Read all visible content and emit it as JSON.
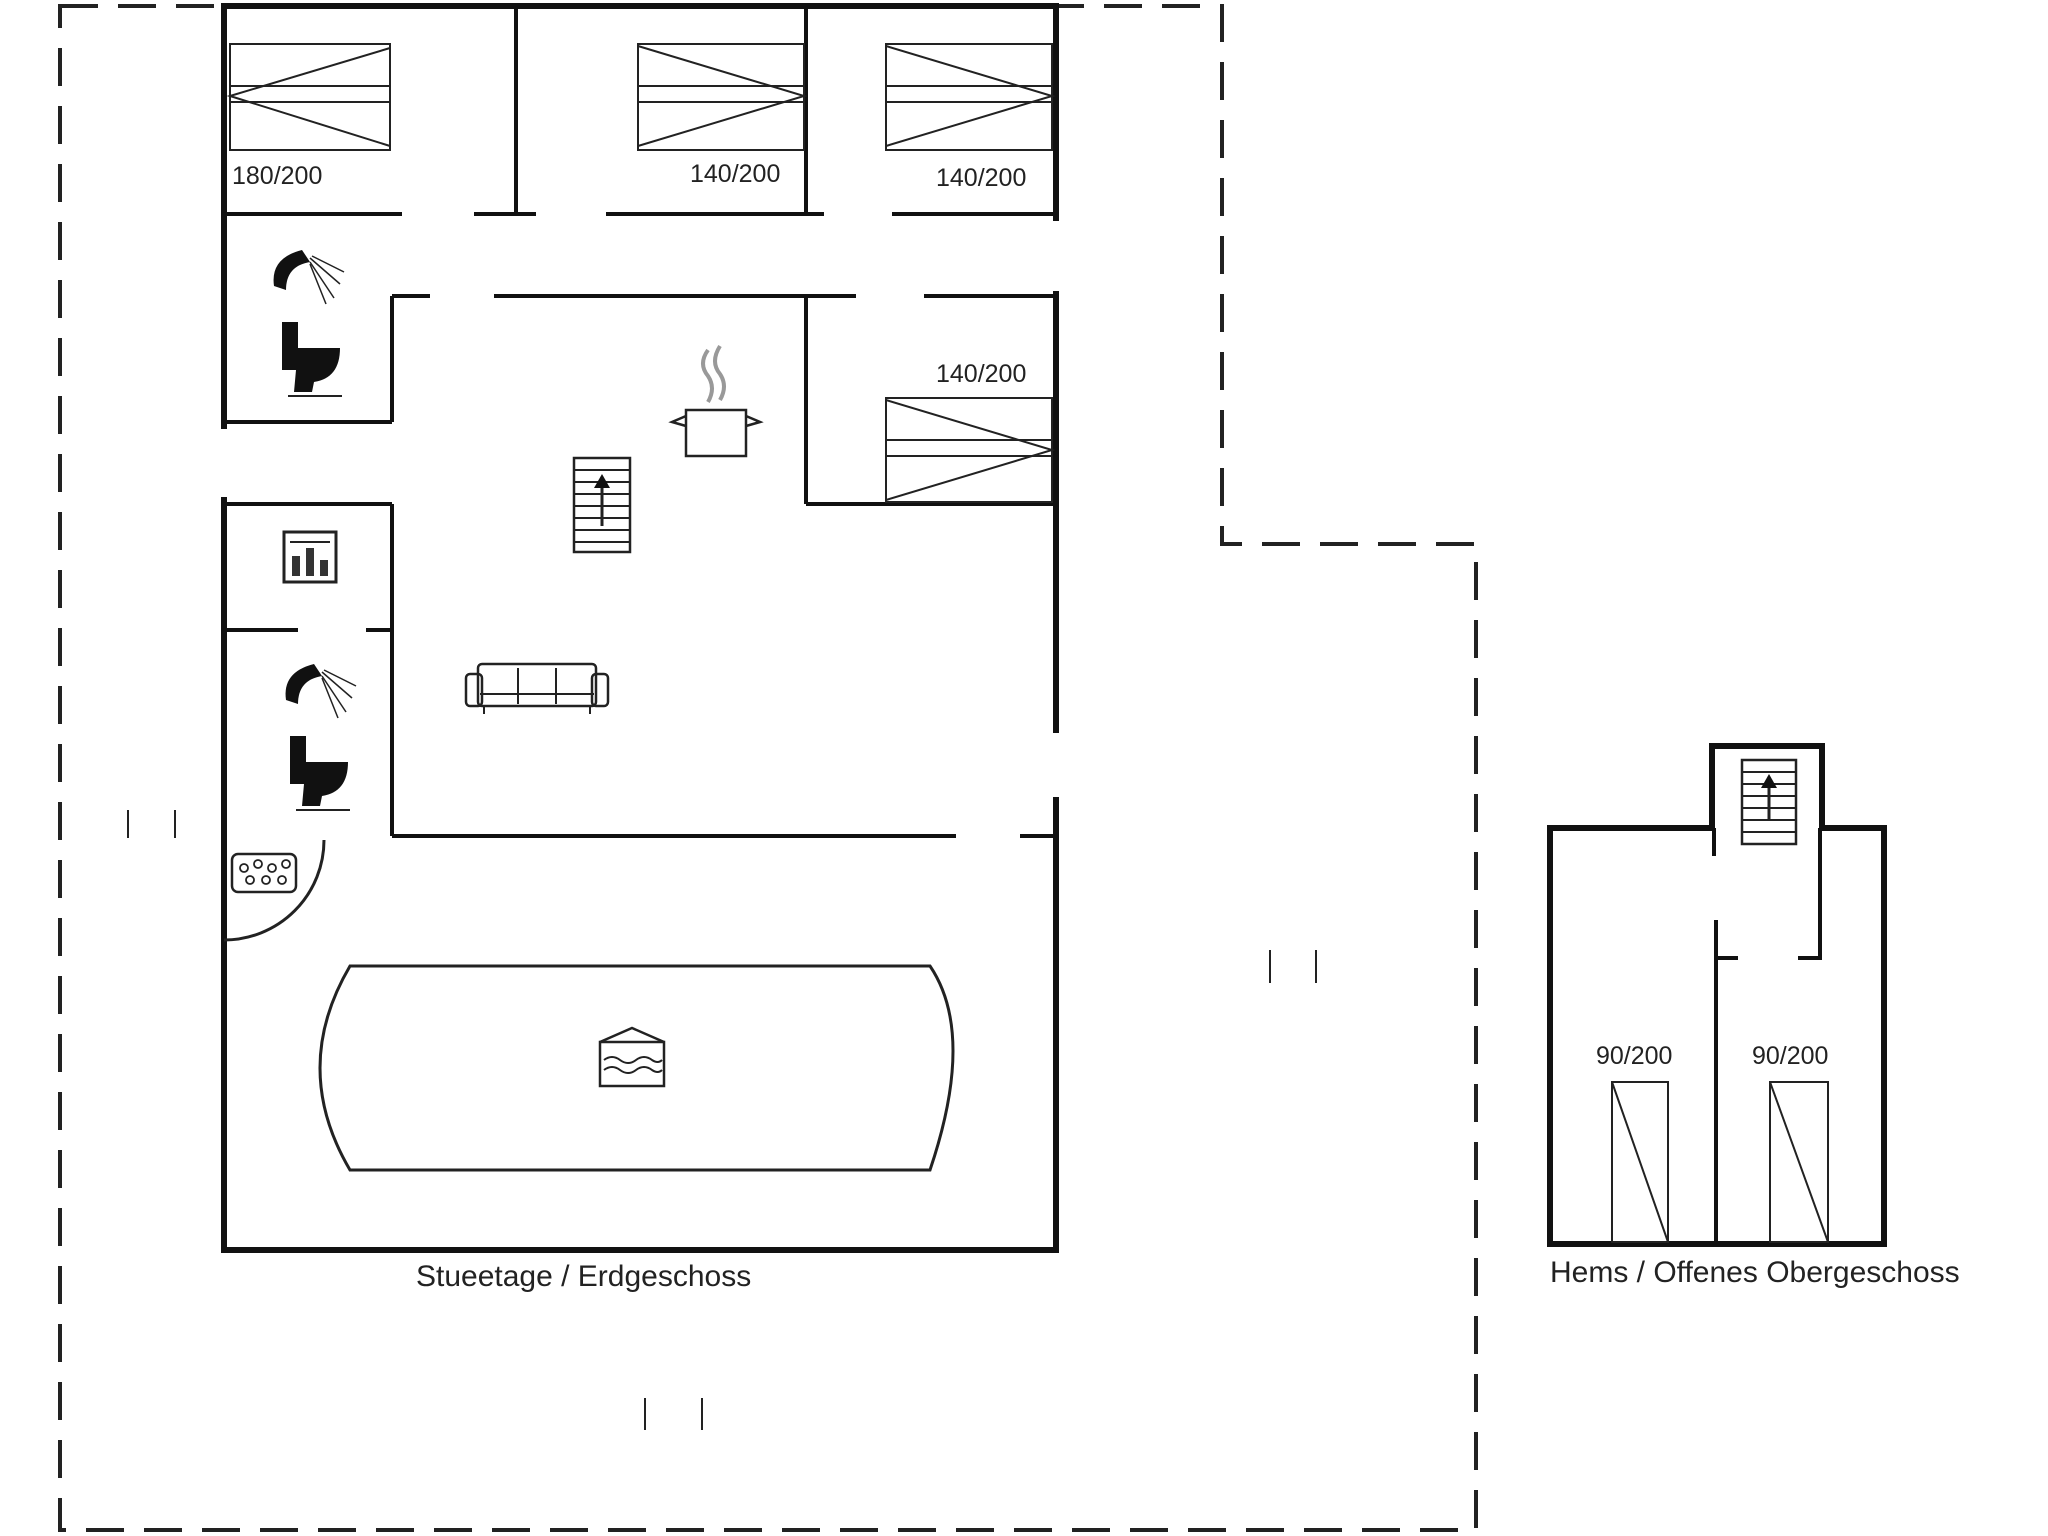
{
  "floors": {
    "ground": {
      "label": "Stueetage / Erdgeschoss"
    },
    "loft": {
      "label": "Hems / Offenes Obergeschoss"
    }
  },
  "beds": {
    "b1": "180/200",
    "b2": "140/200",
    "b3": "140/200",
    "b4": "140/200",
    "b5": "90/200",
    "b6": "90/200"
  },
  "icons": [
    "shower-icon",
    "toilet-icon",
    "washer-icon",
    "stairs-icon",
    "stove-icon",
    "sofa-icon",
    "sauna-icon",
    "pool-icon"
  ]
}
